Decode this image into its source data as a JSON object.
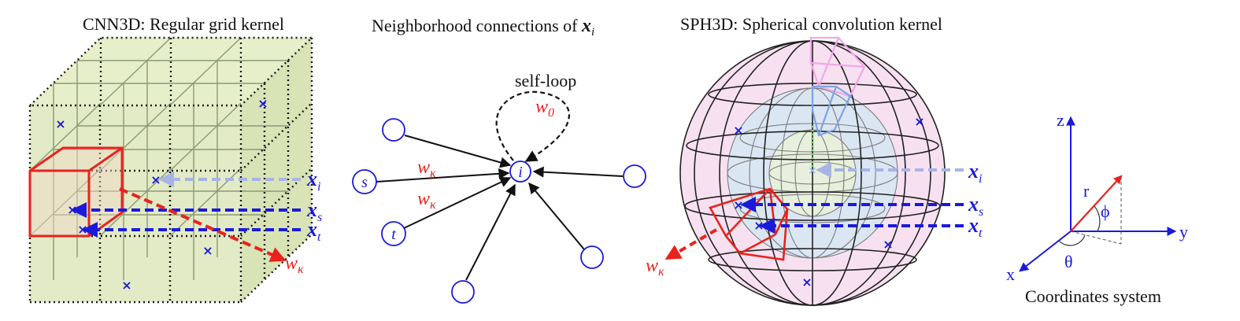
{
  "panels": {
    "cnn3d": {
      "title": "CNN3D: Regular grid kernel",
      "labels": {
        "xi": "x",
        "xi_sub": "i",
        "xs": "x",
        "xs_sub": "s",
        "xt": "x",
        "xt_sub": "t",
        "wk": "w",
        "wk_sub": "κ"
      }
    },
    "graph": {
      "title_pre": "Neighborhood connections of ",
      "title_var": "x",
      "title_sub": "i",
      "self_loop": "self-loop",
      "w0": "w",
      "w0_sub": "0",
      "wk1": "w",
      "wk1_sub": "κ",
      "wk2": "w",
      "wk2_sub": "κ",
      "nodes": {
        "i": "i",
        "s": "s",
        "t": "t"
      }
    },
    "sph3d": {
      "title": "SPH3D: Spherical convolution kernel",
      "labels": {
        "xi": "x",
        "xi_sub": "i",
        "xs": "x",
        "xs_sub": "s",
        "xt": "x",
        "xt_sub": "t",
        "wk": "w",
        "wk_sub": "κ"
      }
    },
    "coords": {
      "caption": "Coordinates system",
      "z": "z",
      "y": "y",
      "x": "x",
      "r": "r",
      "phi": "ϕ",
      "theta": "θ"
    }
  },
  "colors": {
    "blue": "#1a1adc",
    "red": "#e8231e",
    "light_blue": "#a8b4e6",
    "cube_fill": "#dfe9bf",
    "sphere_pink": "#f7e1f1",
    "sphere_blue": "#dbe6f3",
    "pink_cell": "#f3a6e8",
    "blue_cell": "#7ea2e6",
    "green_dot": "#7fd37f"
  },
  "icons": {
    "sample-point": "cross-glyph",
    "arrow": "arrowhead"
  }
}
